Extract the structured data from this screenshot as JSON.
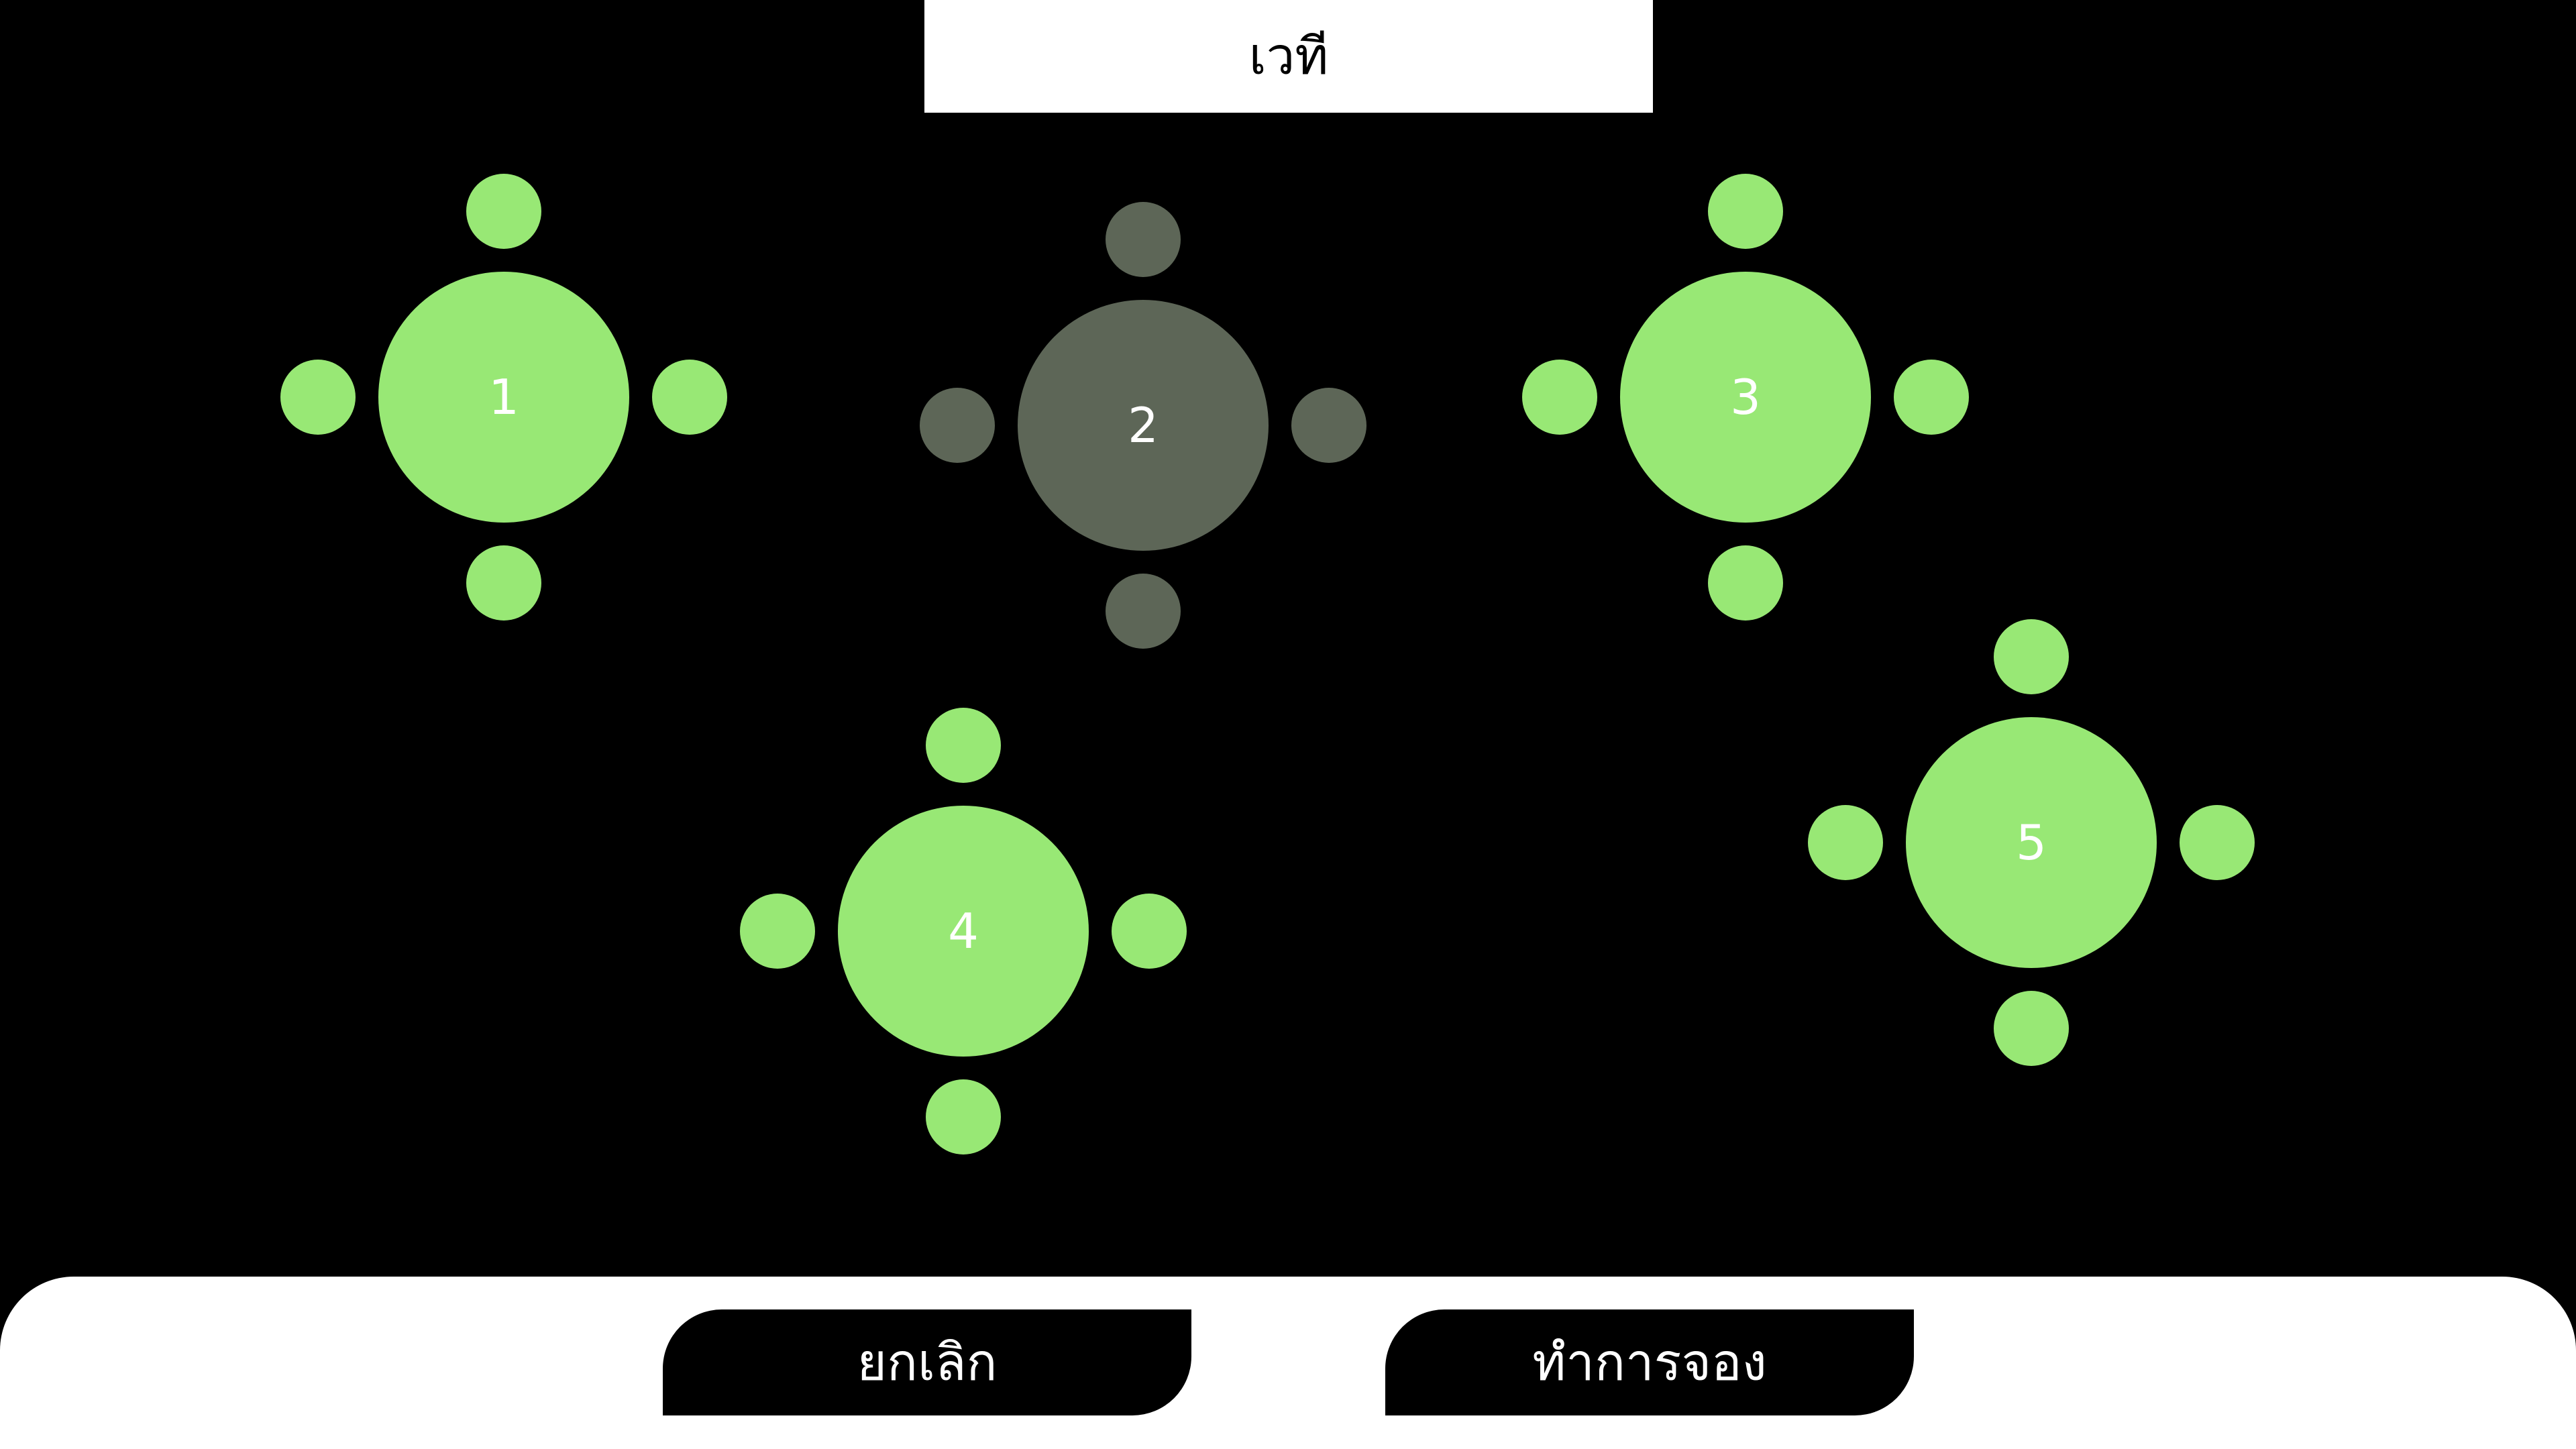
{
  "stage": {
    "label": "เวที"
  },
  "colors": {
    "available": "#98e875",
    "unavailable": "#5d6657",
    "background": "#000000",
    "panel": "#ffffff"
  },
  "tables": [
    {
      "number": "1",
      "status": "available"
    },
    {
      "number": "2",
      "status": "unavailable"
    },
    {
      "number": "3",
      "status": "available"
    },
    {
      "number": "4",
      "status": "available"
    },
    {
      "number": "5",
      "status": "available"
    }
  ],
  "footer": {
    "cancel_label": "ยกเลิก",
    "book_label": "ทำการจอง"
  }
}
